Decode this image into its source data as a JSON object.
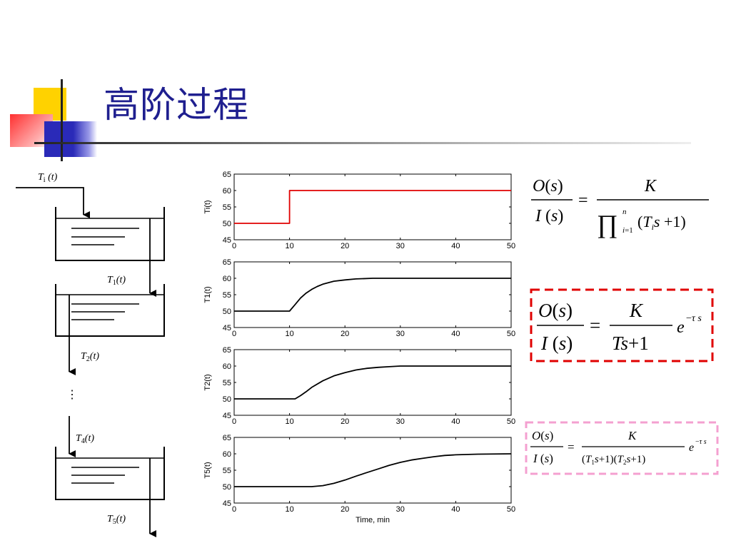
{
  "slide": {
    "title": "高阶过程"
  },
  "colors": {
    "title": "#1f1f8f",
    "step_line": "#e00000",
    "response_line": "#000000",
    "box_red": "#e00000",
    "box_pink": "#f4a0d0",
    "deco_yellow": "#ffd200",
    "deco_blue": "#2a2ab8",
    "deco_red": "#ff4040"
  },
  "tanks": {
    "labels": [
      "T_i(t)",
      "T_1(t)",
      "T_2(t)",
      "T_4(t)",
      "T_5(t)"
    ],
    "ellipsis": "⋮"
  },
  "equations": {
    "eq1": {
      "lhs_num": "O(s)",
      "lhs_den": "I(s)",
      "rhs_num": "K",
      "rhs_den": "∏(T_i s + 1), i=1..n"
    },
    "eq2": {
      "lhs_num": "O(s)",
      "lhs_den": "I(s)",
      "rhs_num": "K",
      "rhs_den": "Ts+1",
      "factor": "e^(−τs)"
    },
    "eq3": {
      "lhs_num": "O(s)",
      "lhs_den": "I(s)",
      "rhs_num": "K",
      "rhs_den": "(T1 s+1)(T2 s+1)",
      "factor": "e^(−τs)"
    }
  },
  "chart_data": [
    {
      "type": "line",
      "ylabel": "Ti(t)",
      "xlabel": "",
      "xlim": [
        0,
        50
      ],
      "ylim": [
        45,
        65
      ],
      "x_ticks": [
        0,
        10,
        20,
        30,
        40,
        50
      ],
      "y_ticks": [
        45,
        50,
        55,
        60,
        65
      ],
      "series": [
        {
          "color": "#e00000",
          "x": [
            0,
            10,
            10,
            50
          ],
          "y": [
            50,
            50,
            60,
            60
          ]
        }
      ]
    },
    {
      "type": "line",
      "ylabel": "T1(t)",
      "xlabel": "",
      "xlim": [
        0,
        50
      ],
      "ylim": [
        45,
        65
      ],
      "x_ticks": [
        0,
        10,
        20,
        30,
        40,
        50
      ],
      "y_ticks": [
        45,
        50,
        55,
        60,
        65
      ],
      "series": [
        {
          "color": "#000000",
          "x": [
            0,
            10,
            11,
            12,
            13,
            14,
            15,
            16,
            18,
            20,
            22,
            25,
            30,
            40,
            50
          ],
          "y": [
            50,
            50,
            52,
            54,
            55.5,
            56.6,
            57.5,
            58.2,
            59.1,
            59.5,
            59.8,
            60,
            60,
            60,
            60
          ]
        }
      ]
    },
    {
      "type": "line",
      "ylabel": "T2(t)",
      "xlabel": "",
      "xlim": [
        0,
        50
      ],
      "ylim": [
        45,
        65
      ],
      "x_ticks": [
        0,
        10,
        20,
        30,
        40,
        50
      ],
      "y_ticks": [
        45,
        50,
        55,
        60,
        65
      ],
      "series": [
        {
          "color": "#000000",
          "x": [
            0,
            11,
            12,
            13,
            14,
            16,
            18,
            20,
            22,
            24,
            26,
            28,
            30,
            35,
            40,
            50
          ],
          "y": [
            50,
            50,
            51,
            52.2,
            53.5,
            55.5,
            57,
            58,
            58.8,
            59.3,
            59.6,
            59.8,
            60,
            60,
            60,
            60
          ]
        }
      ]
    },
    {
      "type": "line",
      "ylabel": "T5(t)",
      "xlabel": "Time, min",
      "xlim": [
        0,
        50
      ],
      "ylim": [
        45,
        65
      ],
      "x_ticks": [
        0,
        10,
        20,
        30,
        40,
        50
      ],
      "y_ticks": [
        45,
        50,
        55,
        60,
        65
      ],
      "series": [
        {
          "color": "#000000",
          "x": [
            0,
            14,
            16,
            18,
            20,
            22,
            24,
            26,
            28,
            30,
            32,
            34,
            36,
            38,
            40,
            44,
            50
          ],
          "y": [
            50,
            50,
            50.3,
            51,
            52,
            53.2,
            54.3,
            55.4,
            56.5,
            57.4,
            58.1,
            58.6,
            59.1,
            59.5,
            59.7,
            59.9,
            60
          ]
        }
      ]
    }
  ]
}
